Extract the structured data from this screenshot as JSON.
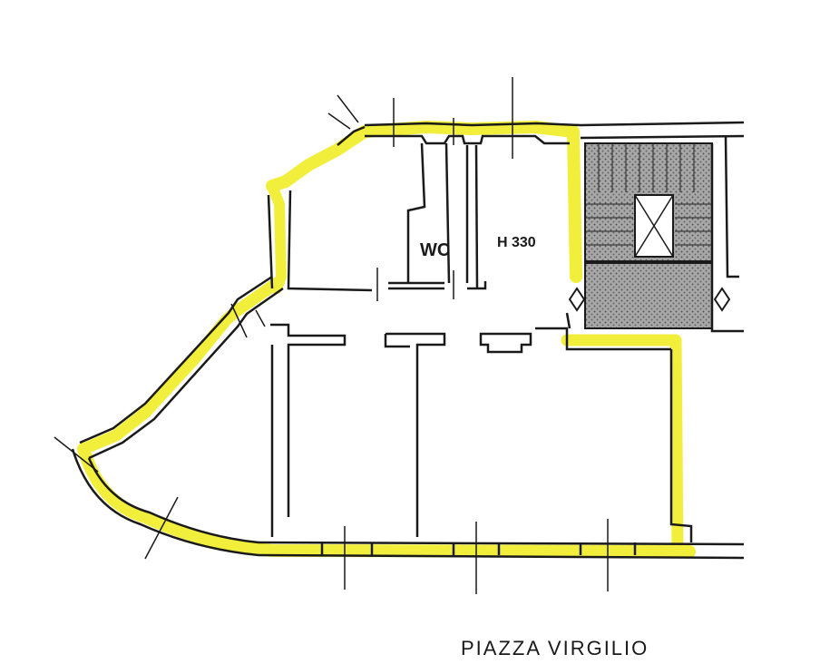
{
  "labels": {
    "wc": "WC",
    "height": "H 330",
    "street": "PIAZZA   VIRGILIO"
  },
  "colors": {
    "highlight": "#f2ee3c",
    "wall": "#1a1a1a",
    "stair_fill": "#9a9a9a",
    "paper": "#ffffff"
  }
}
